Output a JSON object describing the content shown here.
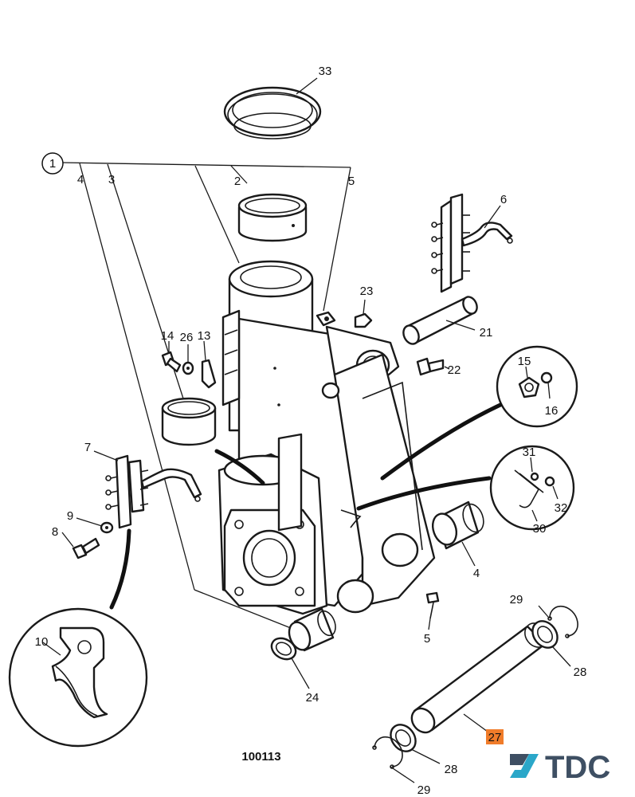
{
  "labels": {
    "l1": "1",
    "l2": "2",
    "l3": "3",
    "l4a": "4",
    "l4b": "4",
    "l5a": "5",
    "l5b": "5",
    "l6": "6",
    "l7": "7",
    "l8": "8",
    "l9": "9",
    "l10": "10",
    "l13": "13",
    "l14": "14",
    "l15": "15",
    "l16": "16",
    "l21": "21",
    "l22": "22",
    "l23": "23",
    "l24": "24",
    "l26": "26",
    "l27": "27",
    "l28a": "28",
    "l28b": "28",
    "l29a": "29",
    "l29b": "29",
    "l30": "30",
    "l31": "31",
    "l32": "32",
    "l33": "33"
  },
  "drawing_number": "100113",
  "highlight_color": "#f07c2a",
  "logo": {
    "text": "TDC",
    "color": "#3e4f63",
    "accent": "#2aa7c9"
  }
}
